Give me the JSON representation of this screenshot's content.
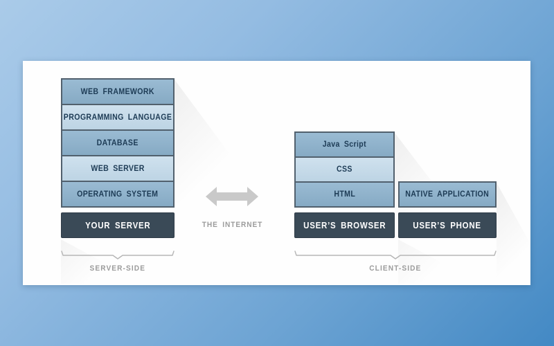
{
  "colors": {
    "background_top_left": "#aacbe9",
    "background_bottom_right": "#4389c4",
    "card": "#fefefe",
    "box_medium_blue": "#90b2cb",
    "box_light_blue": "#c6dbe9",
    "box_border": "#51606d",
    "box_text": "#1d3b55",
    "dark_box": "#3a4a57",
    "dark_box_text": "#ffffff",
    "muted_gray_text": "#9b9b9b",
    "arrow_gray": "#c9c9c9"
  },
  "server_side": {
    "layers": [
      "WEB FRAMEWORK",
      "PROGRAMMING LANGUAGE",
      "DATABASE",
      "WEB SERVER",
      "OPERATING SYSTEM"
    ],
    "base": "YOUR SERVER",
    "group_label": "SERVER-SIDE"
  },
  "connector": {
    "label": "THE INTERNET"
  },
  "client_side": {
    "browser_layers": [
      "Java Script",
      "CSS",
      "HTML"
    ],
    "browser_base": "USER’S BROWSER",
    "phone_layer": "NATIVE APPLICATION",
    "phone_base": "USER’S PHONE",
    "group_label": "CLIENT-SIDE"
  }
}
